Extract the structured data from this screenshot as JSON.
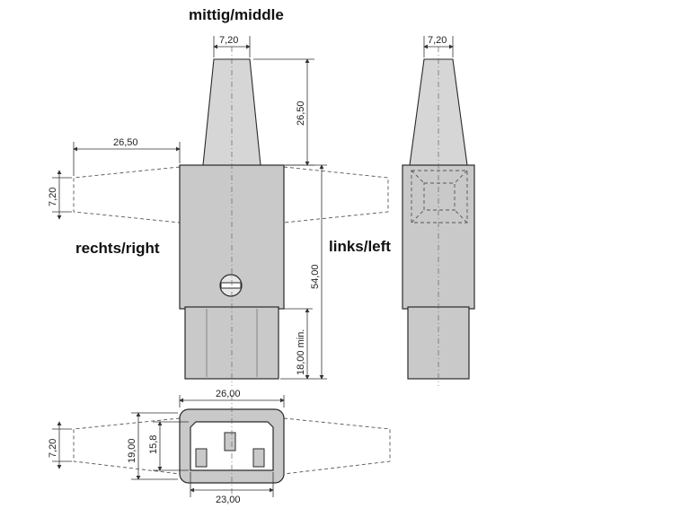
{
  "labels": {
    "middle": "mittig/middle",
    "right": "rechts/right",
    "left": "links/left"
  },
  "dimensions": {
    "top_width": "7,20",
    "top_height": "26,50",
    "side_length": "26,50",
    "side_width": "7,20",
    "body_height": "54,00",
    "lower_min": "18,00 min.",
    "left_view_width": "7,20",
    "face_outer_width": "26,00",
    "face_inner_width": "23,00",
    "face_height": "19,00",
    "face_inner_height": "15,8",
    "bottom_cable_width": "7,20"
  },
  "colors": {
    "body": "#c9c9c9",
    "outline": "#2a2a2a",
    "background": "#ffffff"
  }
}
